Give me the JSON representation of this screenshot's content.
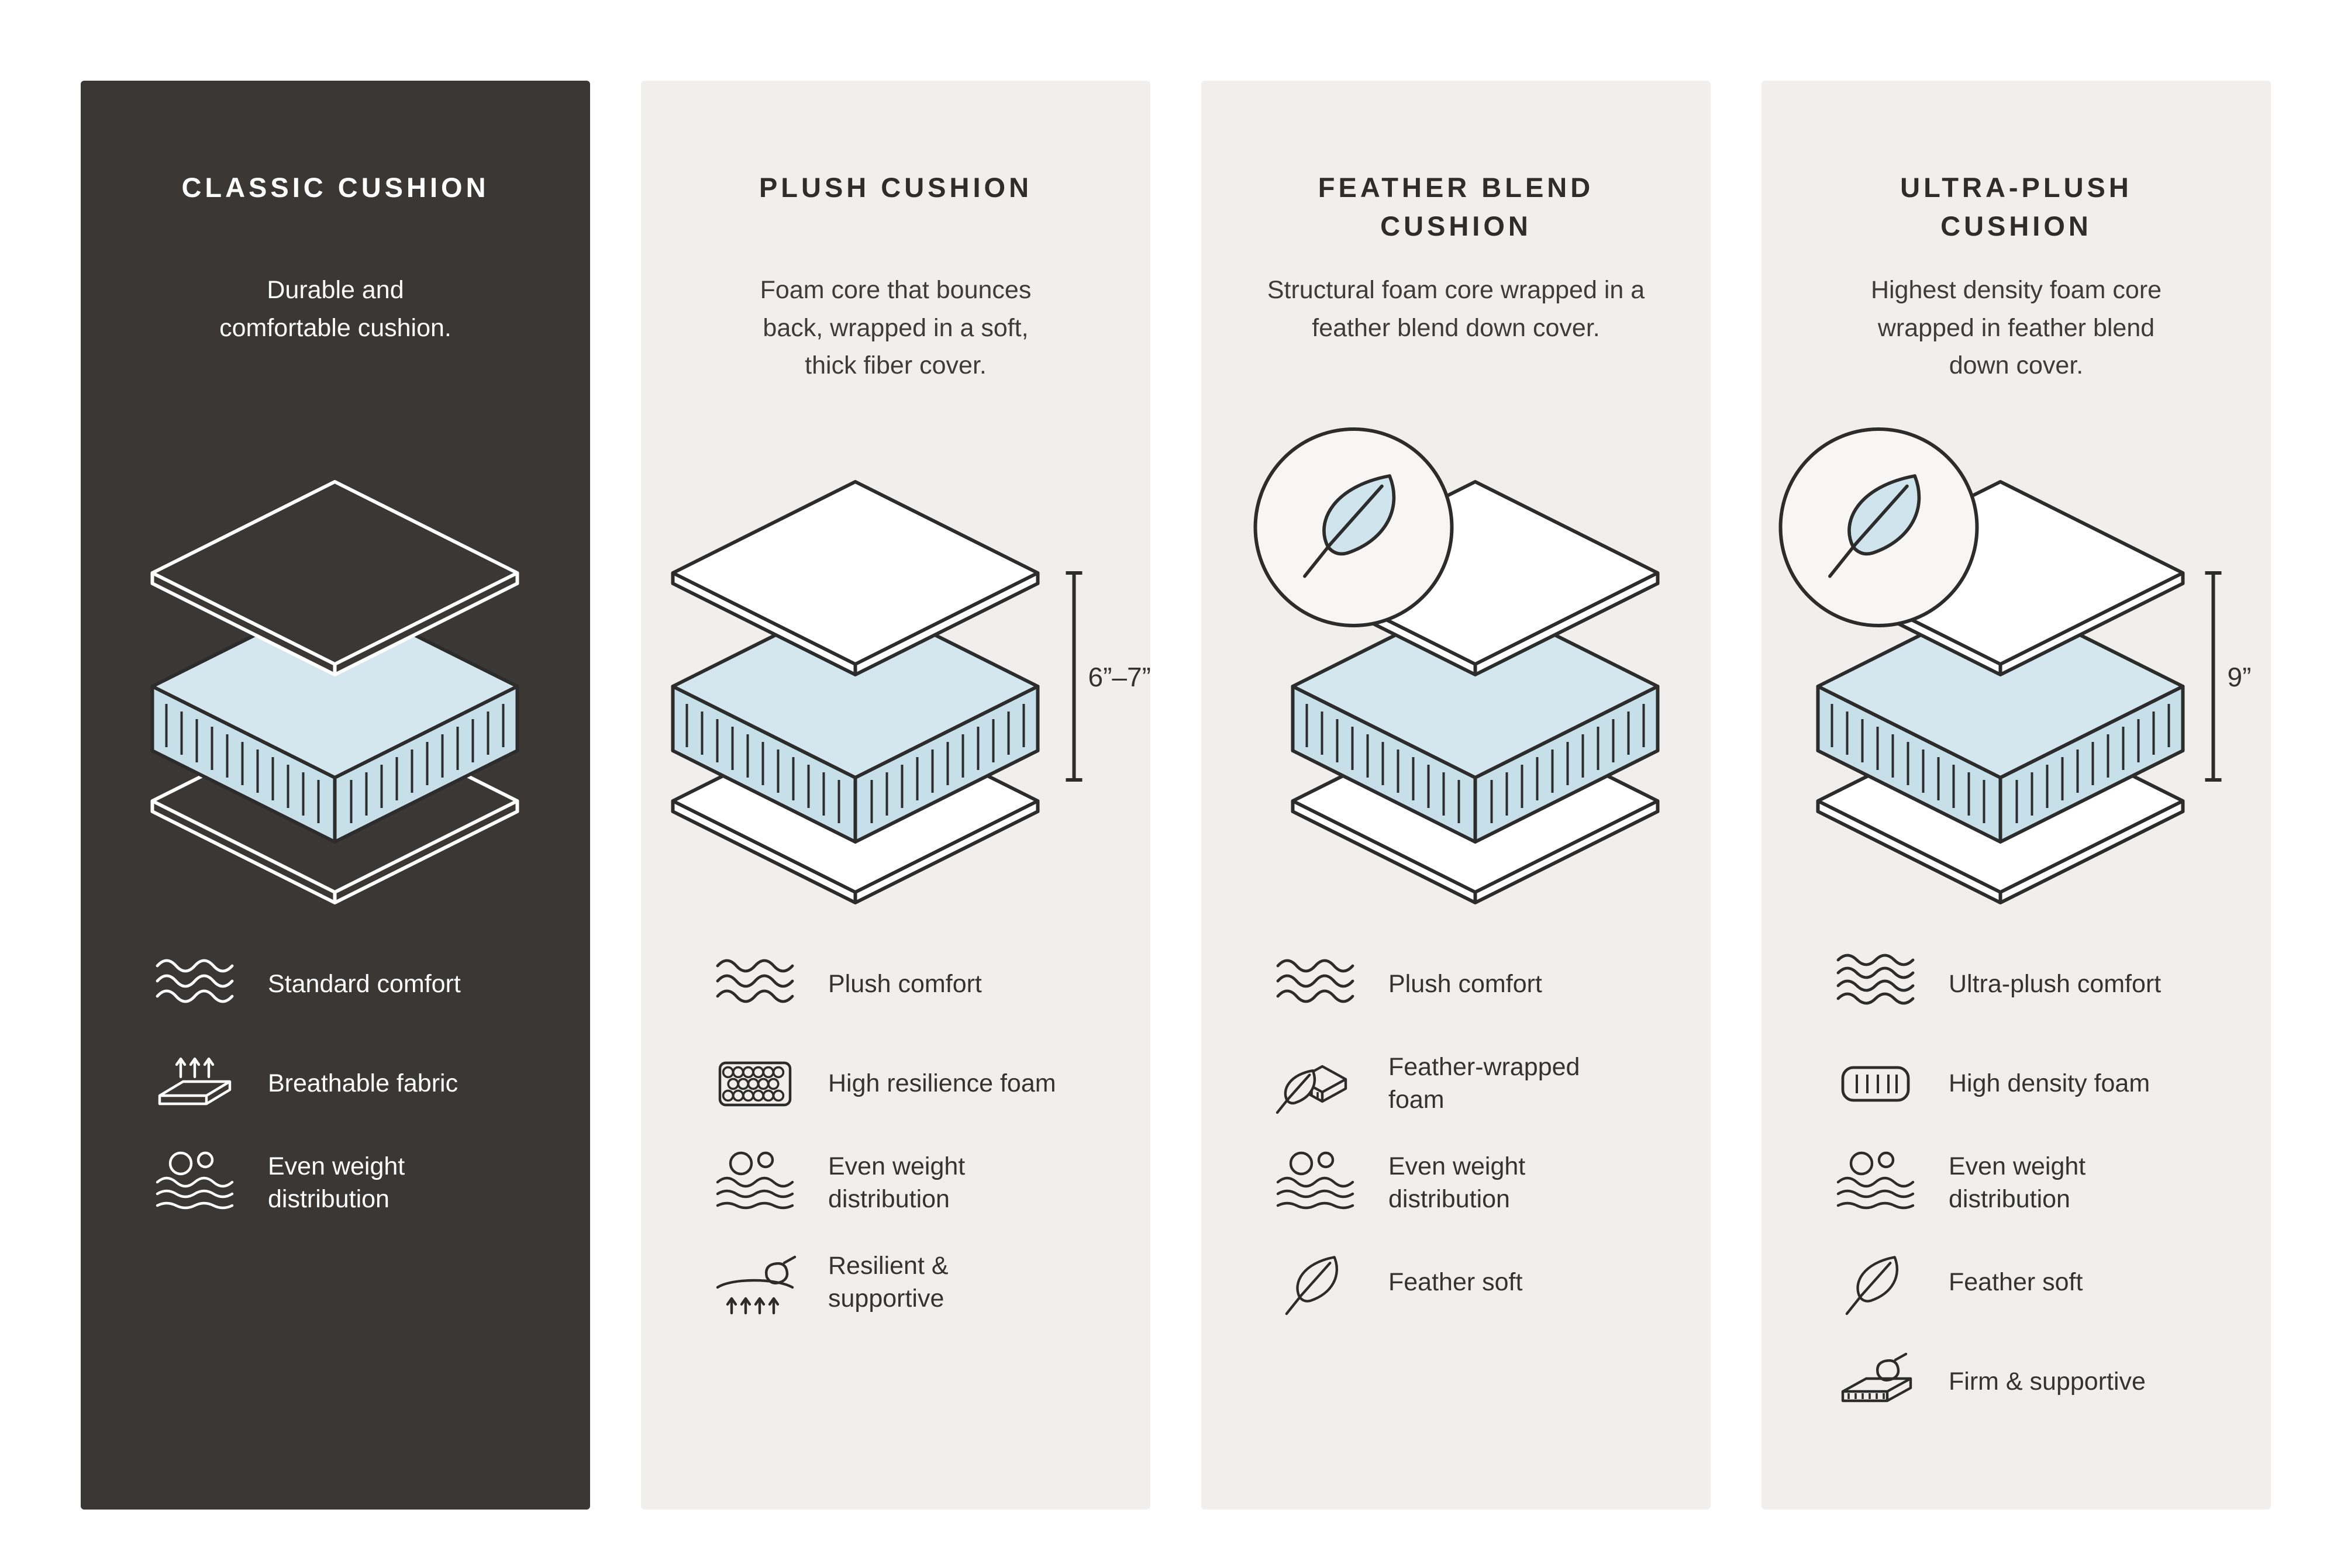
{
  "colors": {
    "panel_dark_bg": "#3b3734",
    "panel_light_bg": "#f0efee",
    "foam_top": "#d4e7ef",
    "foam_side": "#c6dfe9",
    "stroke_dark": "#2c2c2c",
    "stroke_white": "#ffffff",
    "badge_fill": "#f7f6f4",
    "feather_fill": "#cfe4ed",
    "text_dark": "#333333"
  },
  "panels": [
    {
      "id": "classic-cushion",
      "theme": "dark",
      "title": "CLASSIC CUSHION",
      "description": "Durable and comfortable cushion.",
      "illustration": {
        "has_feather_badge": false,
        "measurement": null
      },
      "features": [
        {
          "icon": "waves-icon",
          "label": "Standard comfort"
        },
        {
          "icon": "breathable-icon",
          "label": "Breathable fabric"
        },
        {
          "icon": "even-weight-icon",
          "label": "Even weight distribution"
        }
      ]
    },
    {
      "id": "plush-cushion",
      "theme": "light",
      "title": "PLUSH CUSHION",
      "description": "Foam core that bounces back, wrapped in a soft, thick fiber cover.",
      "illustration": {
        "has_feather_badge": false,
        "measurement": "6”–7”"
      },
      "features": [
        {
          "icon": "waves-icon",
          "label": "Plush comfort"
        },
        {
          "icon": "honeycomb-icon",
          "label": "High resilience foam"
        },
        {
          "icon": "even-weight-icon",
          "label": "Even weight distribution"
        },
        {
          "icon": "resilient-icon",
          "label": "Resilient & supportive"
        }
      ]
    },
    {
      "id": "feather-blend-cushion",
      "theme": "light",
      "title": "FEATHER BLEND CUSHION",
      "description": "Structural foam core wrapped in a feather blend down cover.",
      "illustration": {
        "has_feather_badge": true,
        "measurement": null
      },
      "features": [
        {
          "icon": "waves-icon",
          "label": "Plush comfort"
        },
        {
          "icon": "feather-foam-icon",
          "label": "Feather-wrapped foam"
        },
        {
          "icon": "even-weight-icon",
          "label": "Even weight distribution"
        },
        {
          "icon": "feather-icon",
          "label": "Feather soft"
        }
      ]
    },
    {
      "id": "ultra-plush-cushion",
      "theme": "light",
      "title": "ULTRA-PLUSH CUSHION",
      "description": "Highest density foam core wrapped in feather blend down cover.",
      "illustration": {
        "has_feather_badge": true,
        "measurement": "9”"
      },
      "features": [
        {
          "icon": "waves-dense-icon",
          "label": "Ultra-plush comfort"
        },
        {
          "icon": "high-density-foam-icon",
          "label": "High density foam"
        },
        {
          "icon": "even-weight-icon",
          "label": "Even weight distribution"
        },
        {
          "icon": "feather-icon",
          "label": "Feather soft"
        },
        {
          "icon": "firm-icon",
          "label": "Firm & supportive"
        }
      ]
    }
  ]
}
